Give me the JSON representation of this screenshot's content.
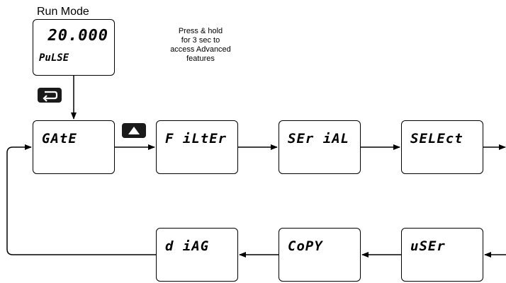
{
  "run_mode": {
    "title": "Run Mode",
    "display_value": "20.000",
    "display_label": "PuLSE"
  },
  "advanced_note": "Press & hold\nfor 3 sec to\naccess Advanced\nfeatures",
  "menu_top": [
    "GAtE",
    "F iLtEr",
    "SEr iAL",
    "SELEct"
  ],
  "menu_bottom": [
    "d iAG",
    "CoPY",
    "uSEr"
  ],
  "icons": {
    "menu_button": "cycle-arrow-icon",
    "up_button": "up-arrow-icon"
  }
}
